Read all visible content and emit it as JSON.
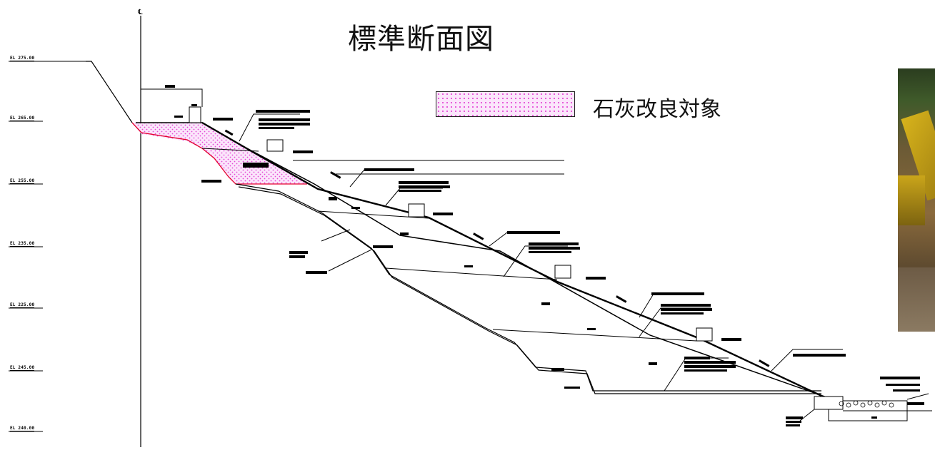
{
  "title": "標準断面図",
  "legend": {
    "label": "石灰改良対象",
    "color": "#e447d6"
  },
  "elevations": [
    "EL 275.00",
    "EL 265.00",
    "EL 255.00",
    "EL 235.00",
    "EL 225.00",
    "EL 245.00",
    "EL 240.00"
  ],
  "centerline_mark": "℄"
}
